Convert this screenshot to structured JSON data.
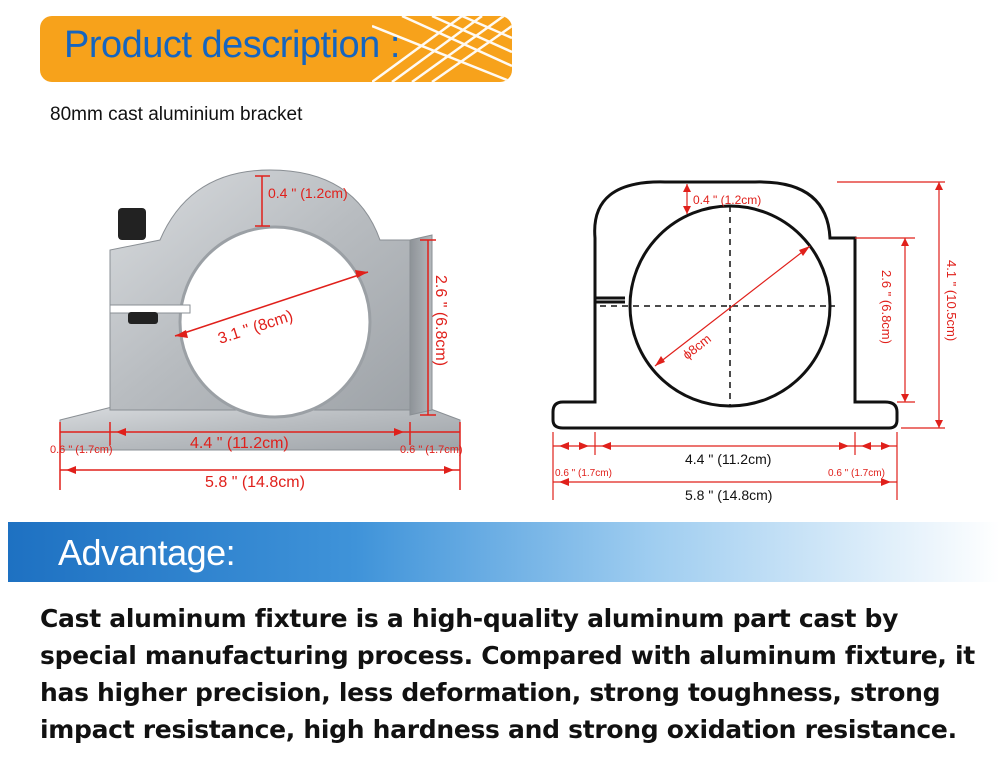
{
  "header": {
    "title": "Product description :"
  },
  "subtitle": "80mm cast aluminium bracket",
  "photo_labels": {
    "top_thickness": "0.4 \" (1.2cm)",
    "height": "2.6 \" (6.8cm)",
    "diameter": "3.1 \" (8cm)",
    "left_flange": "0.6 \" (1.7cm)",
    "inner_width": "4.4 \" (11.2cm)",
    "right_flange": "0.6 \" (1.7cm)",
    "total_width": "5.8 \" (14.8cm)"
  },
  "drawing_labels": {
    "top_thickness": "0.4 \" (1.2cm)",
    "height": "2.6 \" (6.8cm)",
    "total_height": "4.1 \" (10.5cm)",
    "diameter": "ϕ8cm",
    "left_flange": "0.6 \" (1.7cm)",
    "inner_width": "4.4 \" (11.2cm)",
    "right_flange": "0.6 \" (1.7cm)",
    "total_width": "5.8 \" (14.8cm)"
  },
  "advantage": {
    "title": "Advantage:",
    "text": "Cast aluminum fixture is a high-quality aluminum part cast by special manufacturing process. Compared with aluminum fixture, it has higher precision, less deformation, strong toughness, strong impact resistance, high hardness and strong oxidation resistance."
  },
  "colors": {
    "accent_orange": "#f7a21b",
    "title_blue": "#1565c0",
    "dimension_red": "#e0201b"
  }
}
